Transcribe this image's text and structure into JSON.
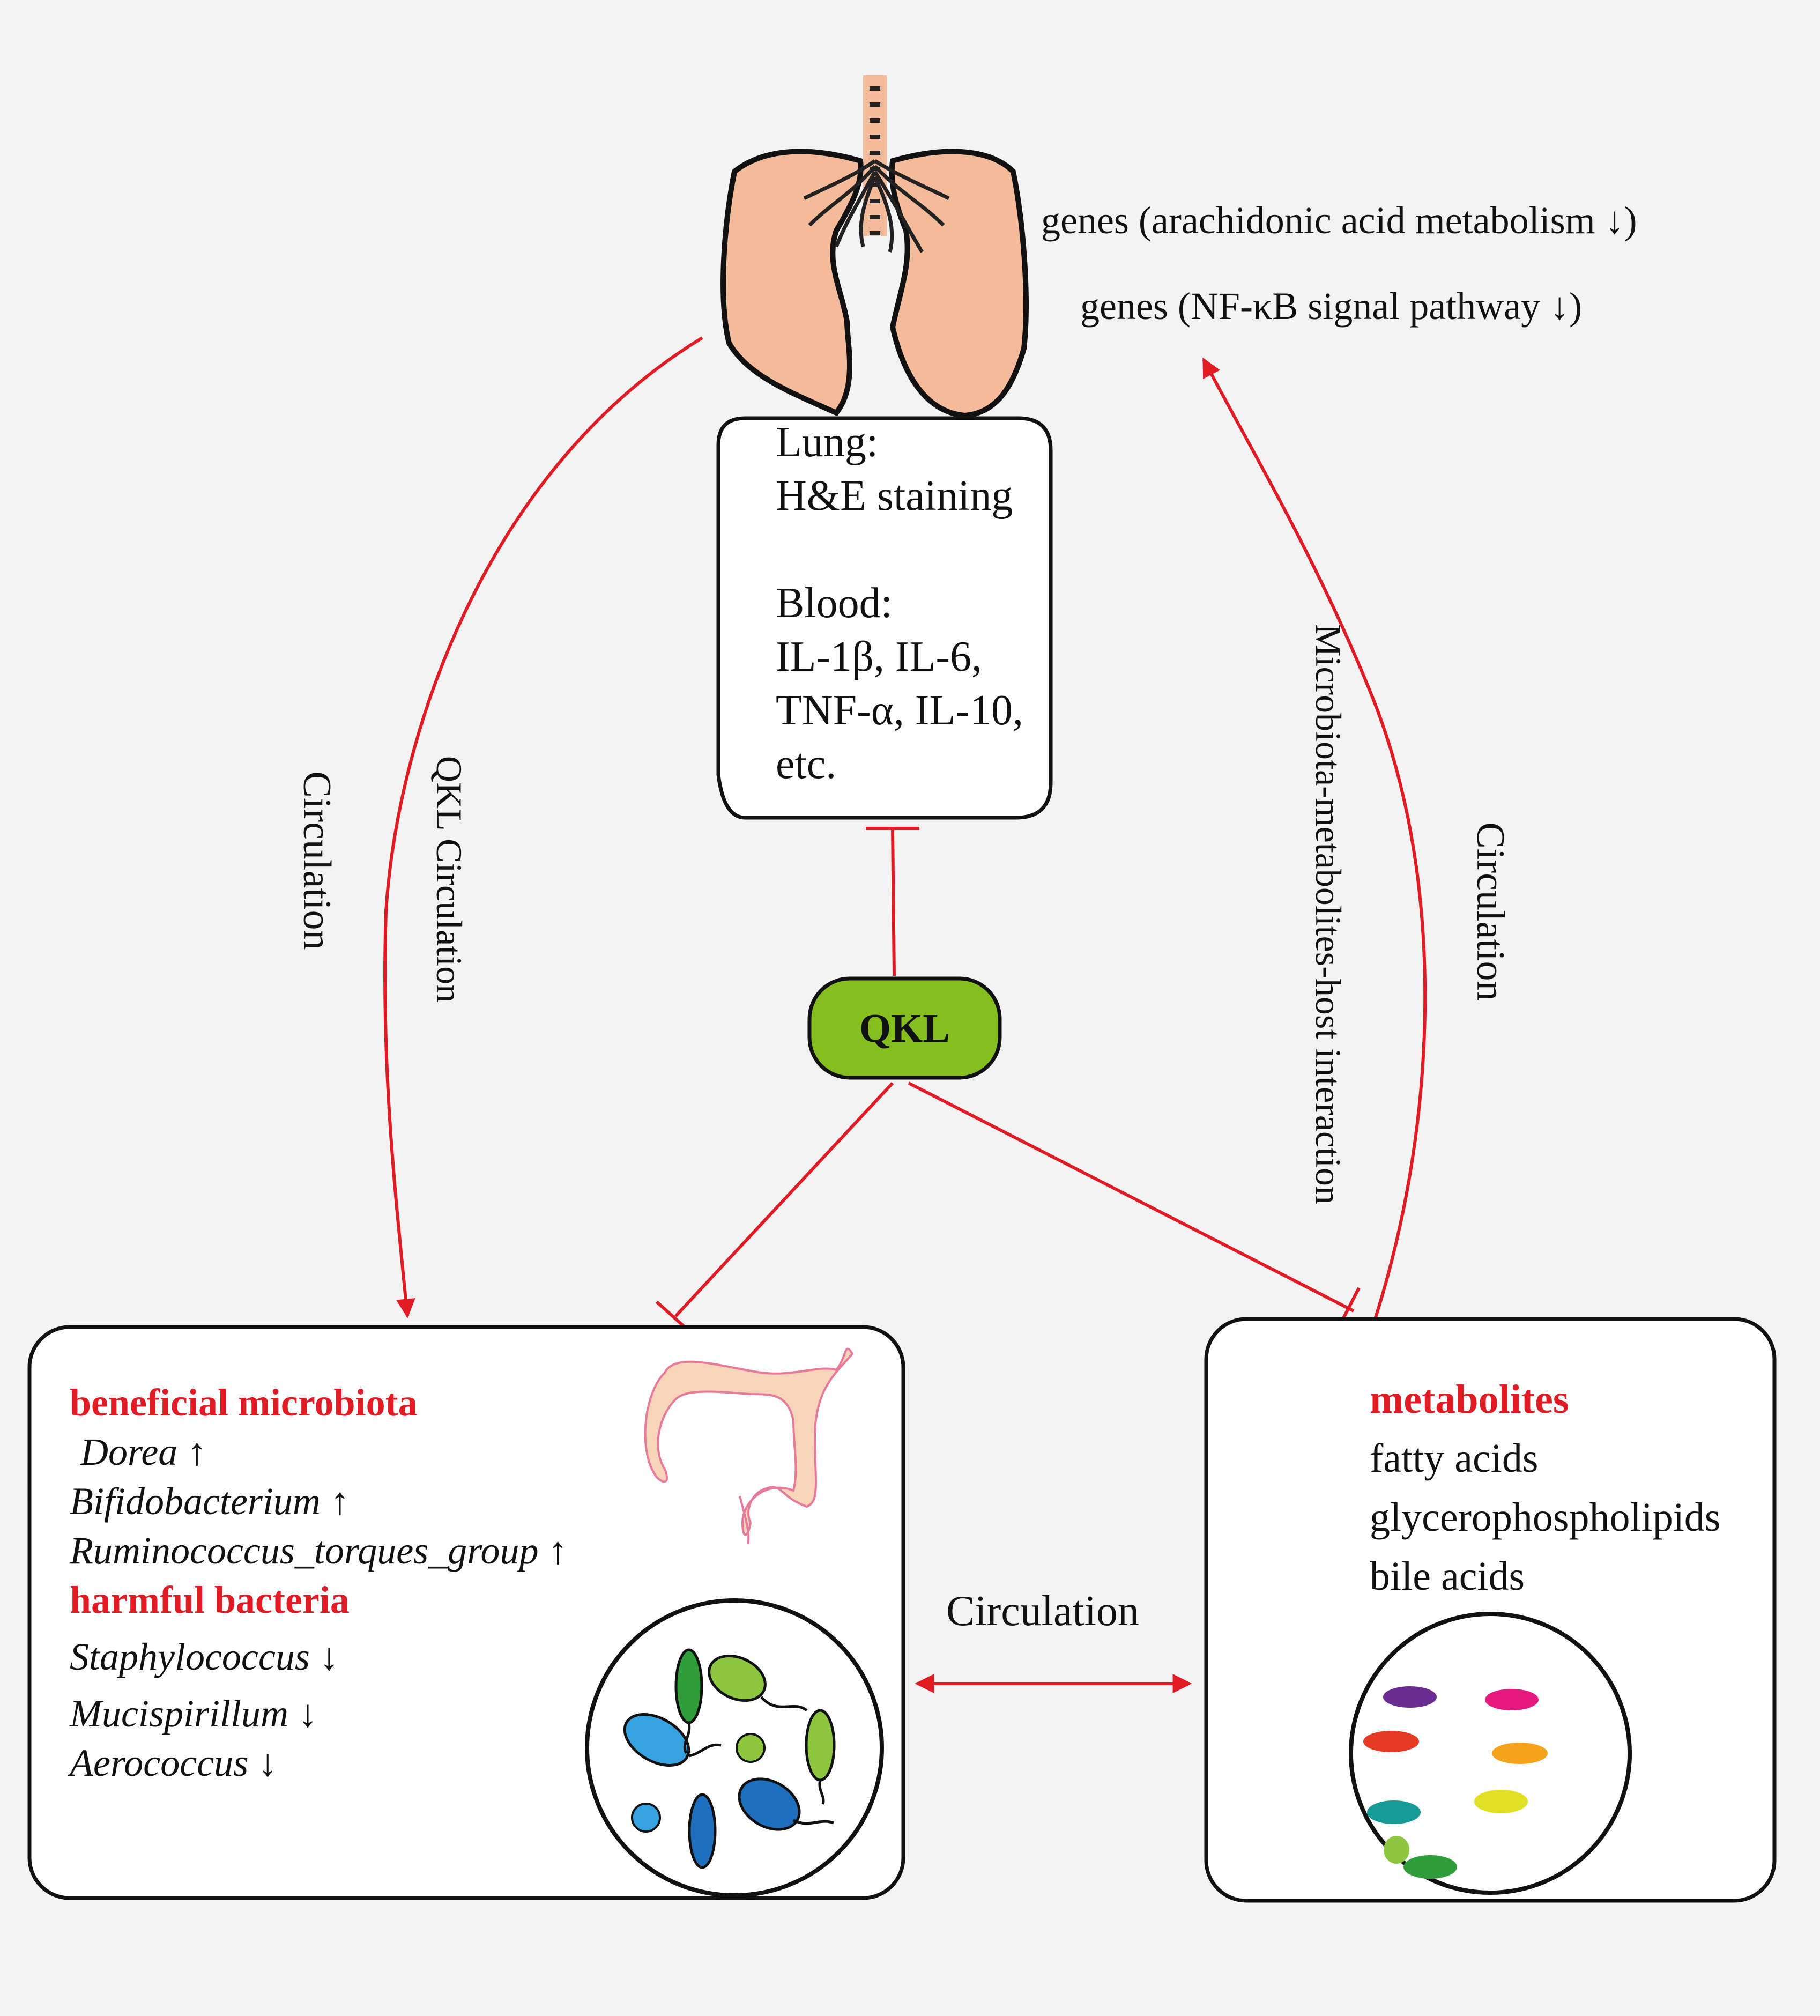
{
  "colors": {
    "arrow": "#e01b24",
    "qkl_fill": "#86be1f",
    "lung_fill": "#f4bb9a",
    "background": "#f3f3f3"
  },
  "genes": {
    "line1": "genes (arachidonic acid metabolism ↓)",
    "line2": "genes (NF-κB signal pathway  ↓)"
  },
  "lung_box": {
    "line1": "Lung:",
    "line2": "H&E staining",
    "line3": "Blood:",
    "line4": "IL-1β, IL-6,",
    "line5": "TNF-α, IL-10,",
    "line6": "etc."
  },
  "qkl": {
    "label": "QKL"
  },
  "labels": {
    "left_circulation": "Circulation",
    "qkl_circulation": "QKL Circulation",
    "interaction": "Microbiota-metabolites-host interaction",
    "right_circulation": "Circulation",
    "bottom_circulation": "Circulation"
  },
  "microbiota": {
    "beneficial_heading": "beneficial microbiota",
    "beneficial": [
      "Dorea",
      "Bifidobacterium",
      "Ruminococcus_torques_group"
    ],
    "up_arrow": "↑",
    "harmful_heading": "harmful bacteria",
    "harmful": [
      "Staphylococcus",
      "Mucispirillum",
      "Aerococcus"
    ],
    "down_arrow": "↓"
  },
  "metabolites": {
    "heading": "metabolites",
    "items": [
      "fatty acids",
      "glycerophospholipids",
      "bile acids"
    ]
  }
}
